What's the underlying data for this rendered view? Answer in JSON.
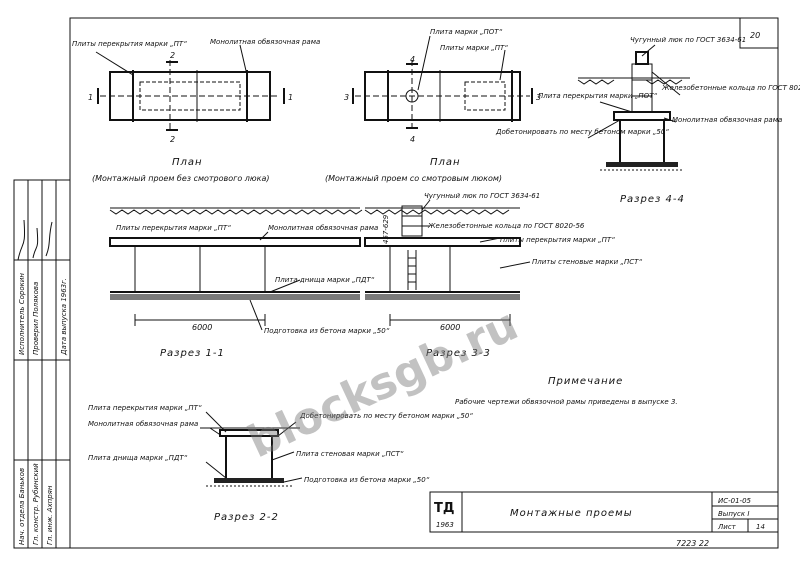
{
  "sheet": {
    "number": "20",
    "bottom_number": "7223 22",
    "watermark": "blocksgb.ru"
  },
  "title_block": {
    "logo": "ТД",
    "year": "1963",
    "drawing_title": "Монтажные проемы",
    "code": "ИС-01-05",
    "issue": "Выпуск I",
    "sheet_label": "Лист",
    "sheet_no": "14"
  },
  "side_stamp": {
    "rows": [
      "Нач. отдела Баньков",
      "Гл. констр. Рубинский",
      "Гл. инж. Ахпрян",
      "Исполнитель Сорокин",
      "Проверил Полякова",
      "Дата выпуска 1963г."
    ]
  },
  "plan1": {
    "label_slabs": "Плиты перекрытия марки „ПТ“",
    "label_frame": "Монолитная обвязочная рама",
    "title": "План",
    "subtitle": "(Монтажный проем без смотрового люка)",
    "cut_top": "2",
    "cut_bottom": "2",
    "cut_left": "1",
    "cut_right": "1"
  },
  "plan2": {
    "label_pot": "Плита марки „ПОТ“",
    "label_pt": "Плиты марки „ПТ“",
    "title": "План",
    "subtitle": "(Монтажный проем со смотровым люком)",
    "cut_top": "4",
    "cut_bottom": "4",
    "cut_left": "3",
    "cut_right": "3"
  },
  "section44": {
    "label_hatch": "Чугунный люк по ГОСТ 3634-61",
    "label_rings": "Железобетонные кольца по ГОСТ 8020-56",
    "label_slab": "Плита перекрытия марки „ПОТ“",
    "label_frame": "Монолитная обвязочная рама",
    "label_concrete": "Добетонировать по месту бетоном марки „50“",
    "title": "Разрез 4-4"
  },
  "section11": {
    "label_slabs": "Плиты перекрытия марки „ПТ“",
    "label_frame": "Монолитная обвязочная рама",
    "label_bottom": "Плита днища марки „ПДТ“",
    "label_prep": "Подготовка из бетона марки „50“",
    "dimension": "6000",
    "title": "Разрез 1-1"
  },
  "section33": {
    "label_hatch": "Чугунный люк по ГОСТ 3634-61",
    "label_rings": "Железобетонные кольца по ГОСТ 8020-56",
    "label_slabs": "Плиты перекрытия марки „ПТ“",
    "label_walls": "Плиты стеновые марки „ПСТ“",
    "dim_side": "457-629",
    "dimension": "6000",
    "title": "Разрез 3-3"
  },
  "section22": {
    "label_slab": "Плита перекрытия марки „ПТ“",
    "label_frame": "Монолитная обвязочная рама",
    "label_bottom": "Плита днища марки „ПДТ“",
    "label_concrete": "Добетонировать по месту бетоном марки „50“",
    "label_wall": "Плита стеновая марки „ПСТ“",
    "label_prep": "Подготовка из бетона марки „50“",
    "title": "Разрез 2-2"
  },
  "note": {
    "heading": "Примечание",
    "text": "Рабочие чертежи обвязочной рамы приведены в выпуске 3."
  }
}
